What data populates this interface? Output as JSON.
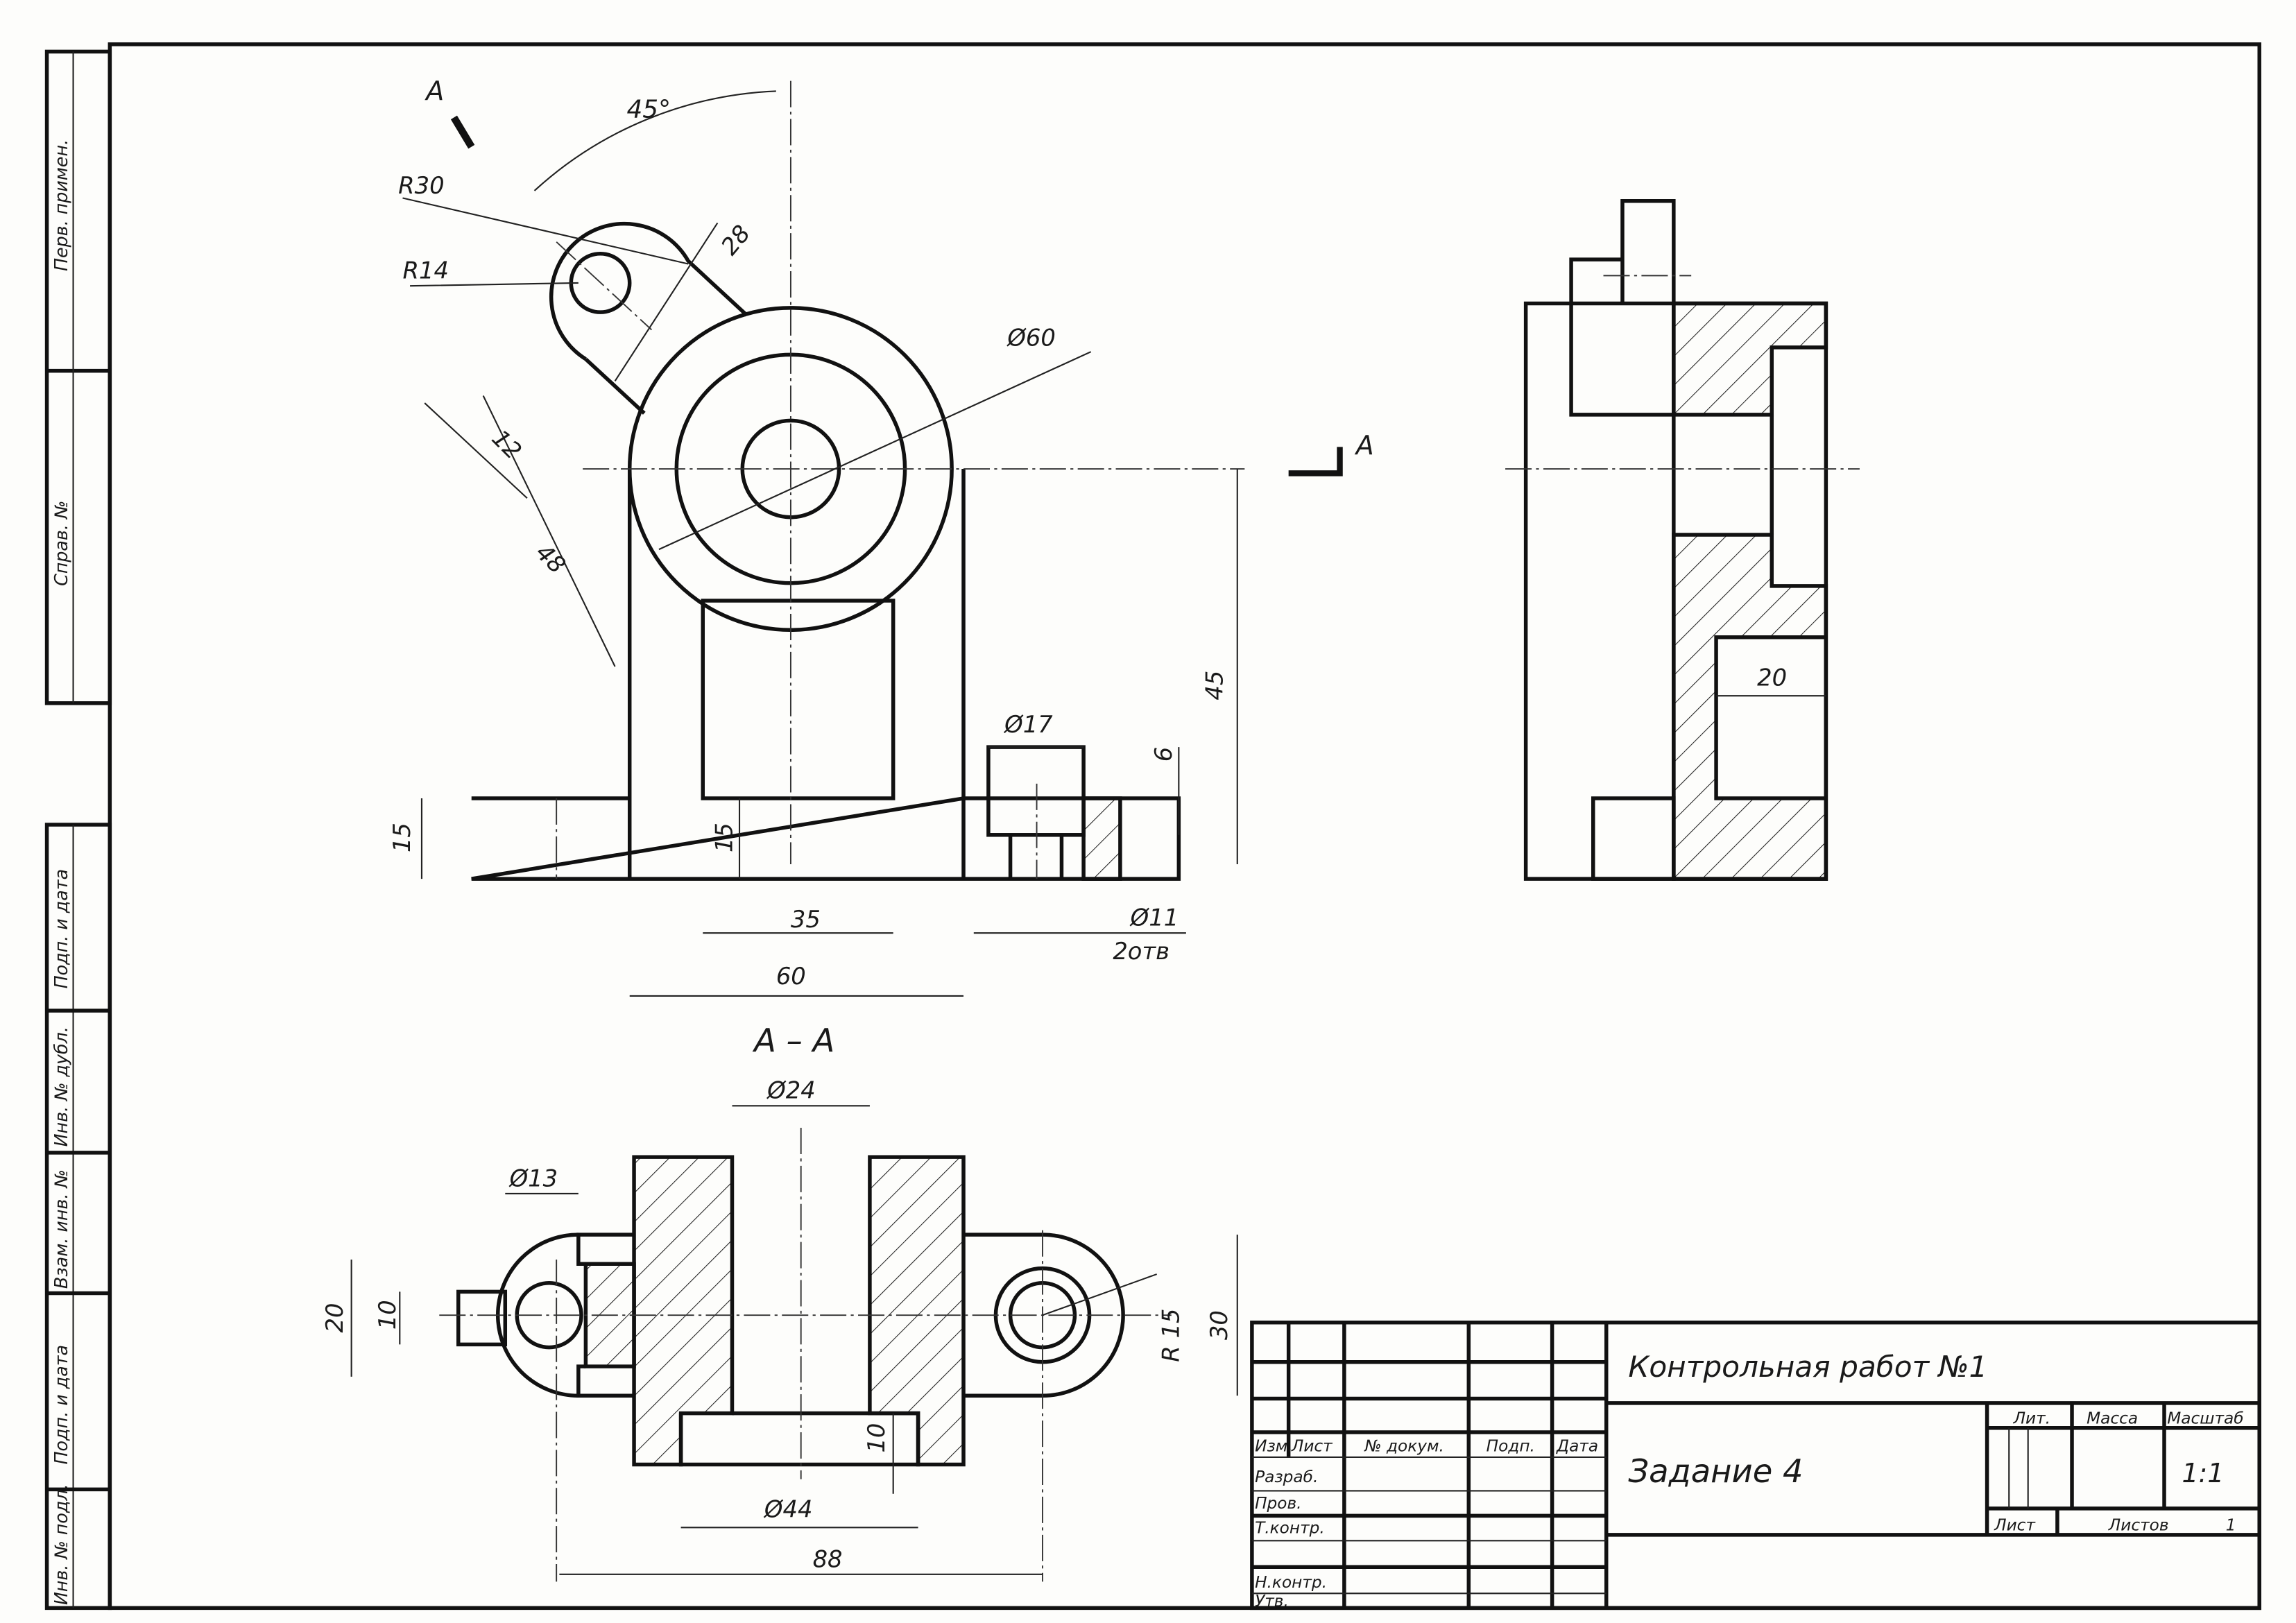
{
  "left_strip": {
    "upper": [
      "Перв. примен.",
      "Справ. №"
    ],
    "lower": [
      "Подп. и дата",
      "Инв. № дубл.",
      "Взам. инв. №",
      "Подп. и дата",
      "Инв. № подл."
    ]
  },
  "front_view": {
    "section_mark_top": "A",
    "section_mark_right": "A",
    "dims": {
      "angle": "45°",
      "r30": "R30",
      "r14": "R14",
      "d28": "28",
      "d60": "Ø60",
      "d12": "12",
      "d48": "48",
      "d45": "45",
      "d15_left": "15",
      "d15_inner": "15",
      "d35": "35",
      "d60_base": "60",
      "d17": "Ø17",
      "d6": "6",
      "d11": "Ø11",
      "holes": "2отв"
    }
  },
  "side_view": {
    "dims": {
      "d20": "20"
    }
  },
  "section_view": {
    "title": "A – A",
    "dims": {
      "d24": "Ø24",
      "d13": "Ø13",
      "d20": "20",
      "d10_left": "10",
      "r15": "R 15",
      "d30": "30",
      "d10_bottom": "10",
      "d44": "Ø44",
      "d88": "88"
    }
  },
  "title_block": {
    "title": "Контрольная работ №1",
    "subtitle": "Задание 4",
    "headers": [
      "Изм.",
      "Лист",
      "№ докум.",
      "Подп.",
      "Дата"
    ],
    "rows": [
      "Разраб.",
      "Пров.",
      "Т.контр.",
      "Н.контр.",
      "Утв."
    ],
    "lit_label": "Лит.",
    "mass_label": "Масса",
    "scale_label": "Масштаб",
    "scale_value": "1:1",
    "sheet_label": "Лист",
    "sheets_label": "Листов",
    "sheets_value": "1"
  }
}
